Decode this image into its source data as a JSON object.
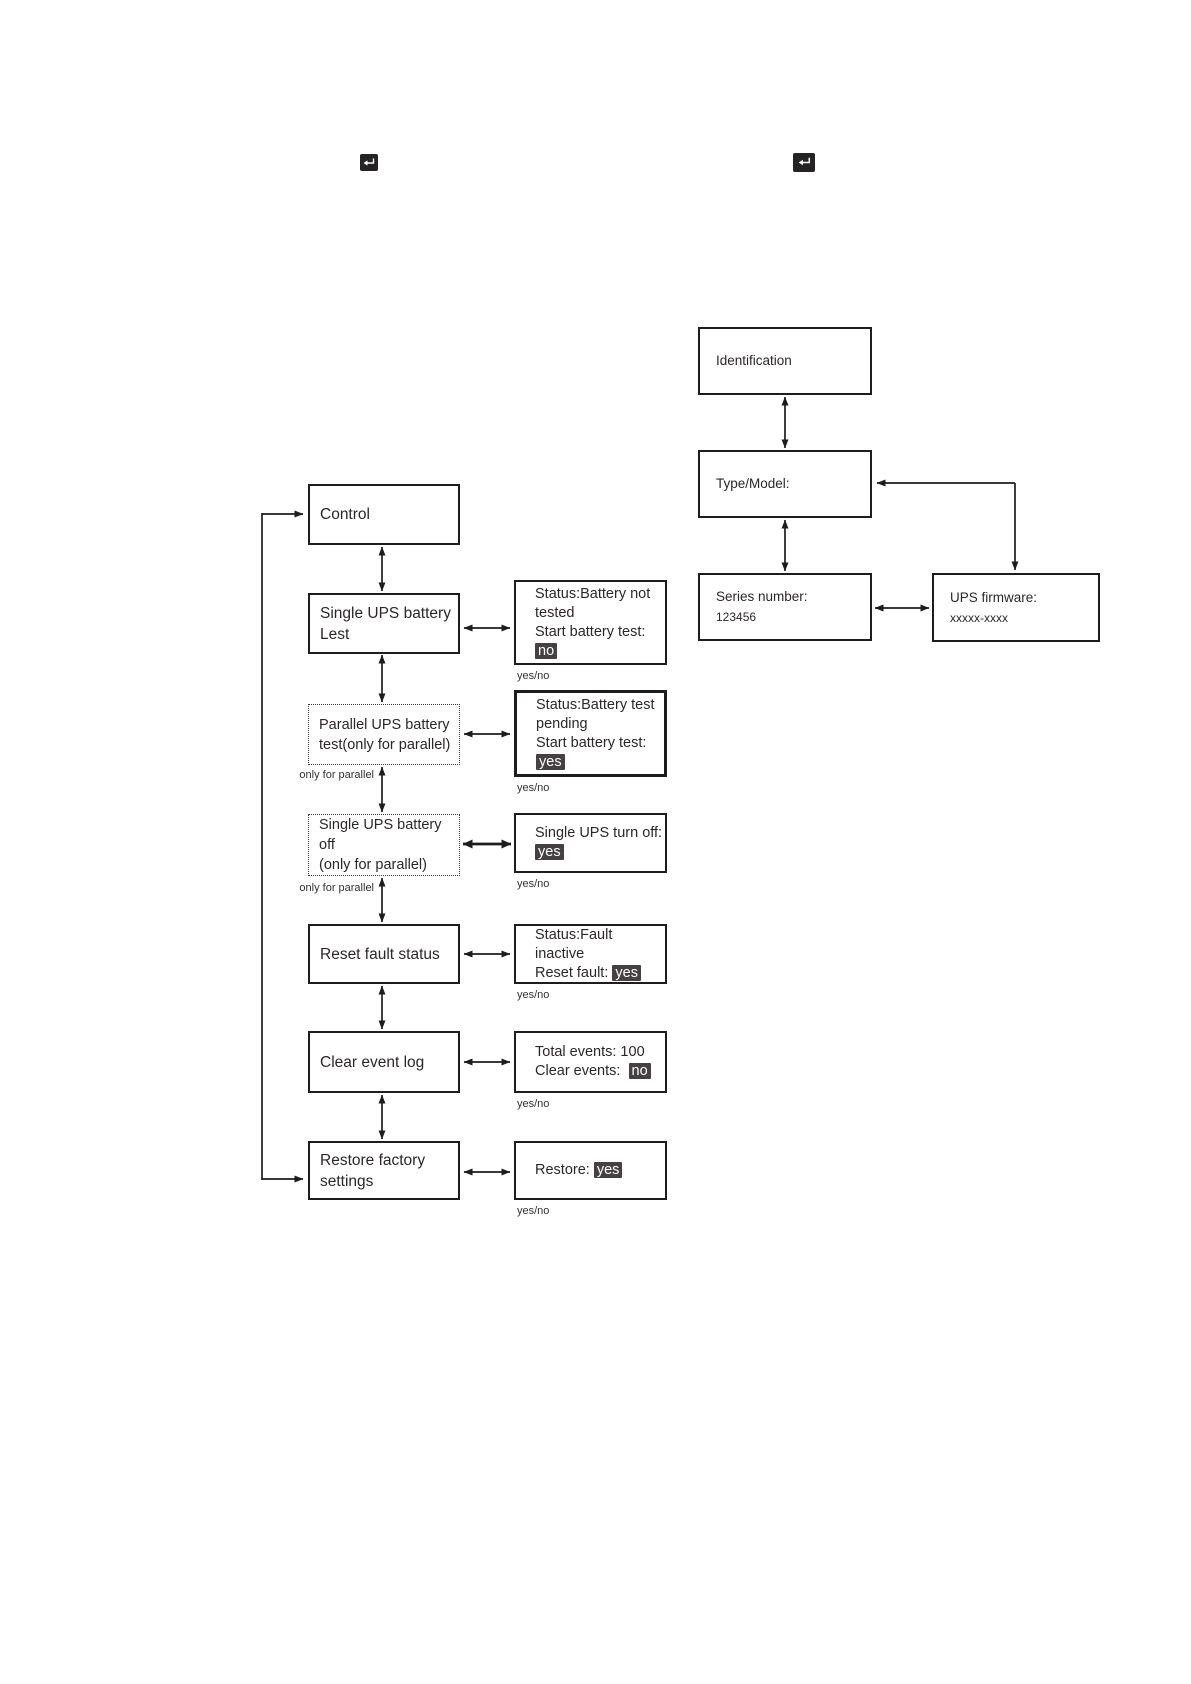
{
  "colors": {
    "line": "#1f1c1d",
    "text": "#2b2728",
    "chip_bg": "#454142",
    "chip_text": "#ffffff"
  },
  "header": {
    "icons": [
      {
        "name": "return-icon-left"
      },
      {
        "name": "return-icon-right"
      }
    ]
  },
  "control_flow": {
    "root_label": "Control",
    "items": [
      {
        "menu_lines": [
          "Single UPS battery",
          "Lest"
        ],
        "dotted": false,
        "status_lines": [
          [
            {
              "text": "Status:Battery not"
            }
          ],
          [
            {
              "text": "tested"
            }
          ],
          [
            {
              "text": "Start battery test:"
            }
          ],
          [
            {
              "text": "no",
              "highlight": true
            }
          ]
        ],
        "footnote": "yes/no"
      },
      {
        "menu_lines": [
          "Parallel UPS battery",
          "test(only for parallel)"
        ],
        "dotted": true,
        "side_label": "only for parallel",
        "status_lines": [
          [
            {
              "text": "Status:Battery test"
            }
          ],
          [
            {
              "text": "pending"
            }
          ],
          [
            {
              "text": "Start battery test:"
            }
          ],
          [
            {
              "text": "yes",
              "highlight": true
            }
          ]
        ],
        "footnote": "yes/no"
      },
      {
        "menu_lines": [
          "Single UPS battery off",
          "(only for parallel)"
        ],
        "dotted": true,
        "side_label": "only for parallel",
        "status_lines": [
          [
            {
              "text": "Single UPS turn off:"
            }
          ],
          [
            {
              "text": "yes",
              "highlight": true
            }
          ]
        ],
        "footnote": "yes/no"
      },
      {
        "menu_lines": [
          "Reset fault status"
        ],
        "dotted": false,
        "status_lines": [
          [
            {
              "text": "Status:Fault inactive"
            }
          ],
          [
            {
              "text": "Reset fault: "
            },
            {
              "text": "yes",
              "highlight": true
            }
          ]
        ],
        "footnote": "yes/no"
      },
      {
        "menu_lines": [
          "Clear event log"
        ],
        "dotted": false,
        "status_lines": [
          [
            {
              "text": "Total events: 100"
            }
          ],
          [
            {
              "text": "Clear events:  "
            },
            {
              "text": "no",
              "highlight": true
            }
          ]
        ],
        "footnote": "yes/no"
      },
      {
        "menu_lines": [
          "Restore factory",
          "settings"
        ],
        "dotted": false,
        "status_lines": [
          [
            {
              "text": "Restore: "
            },
            {
              "text": "yes",
              "highlight": true
            }
          ]
        ],
        "footnote": "yes/no"
      }
    ]
  },
  "identification_flow": {
    "identification_label": "Identification",
    "type_model_label": "Type/Model:",
    "series_number_label": "Series number:",
    "series_number_value": "123456",
    "ups_firmware_label": "UPS firmware:",
    "ups_firmware_value": "xxxxx-xxxx"
  }
}
